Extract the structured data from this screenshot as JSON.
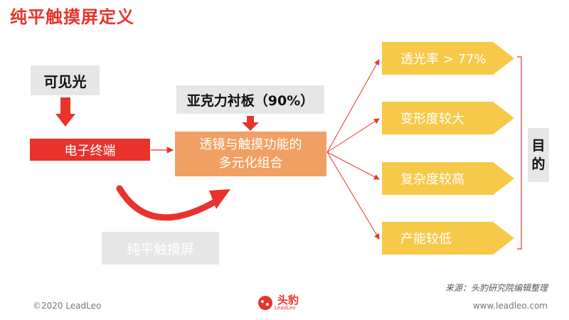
{
  "title": "纯平触摸屏定义",
  "nodes": {
    "visible_light": "可见光",
    "electronic_device": "电子终端",
    "substrate": "亚克力衬板（90%）",
    "combo_line1": "透镜与触摸功能的",
    "combo_line2": "多元化组合",
    "flat_touch": "纯平触摸屏",
    "purpose_line1": "目",
    "purpose_line2": "的"
  },
  "outcomes": [
    "透光率 > 77%",
    "变形度较大",
    "复杂度较高",
    "产能较低"
  ],
  "footer": {
    "source": "来源：头豹研究院编辑整理",
    "copyright": "©2020 LeadLeo",
    "website": "www.leadleo.com",
    "logo_name": "头豹",
    "logo_sub": "LeadLeo"
  },
  "colors": {
    "accent_red": "#e8332c",
    "orange": "#f0a063",
    "yellow": "#f7c948",
    "gray_box": "#e7e6e6"
  }
}
